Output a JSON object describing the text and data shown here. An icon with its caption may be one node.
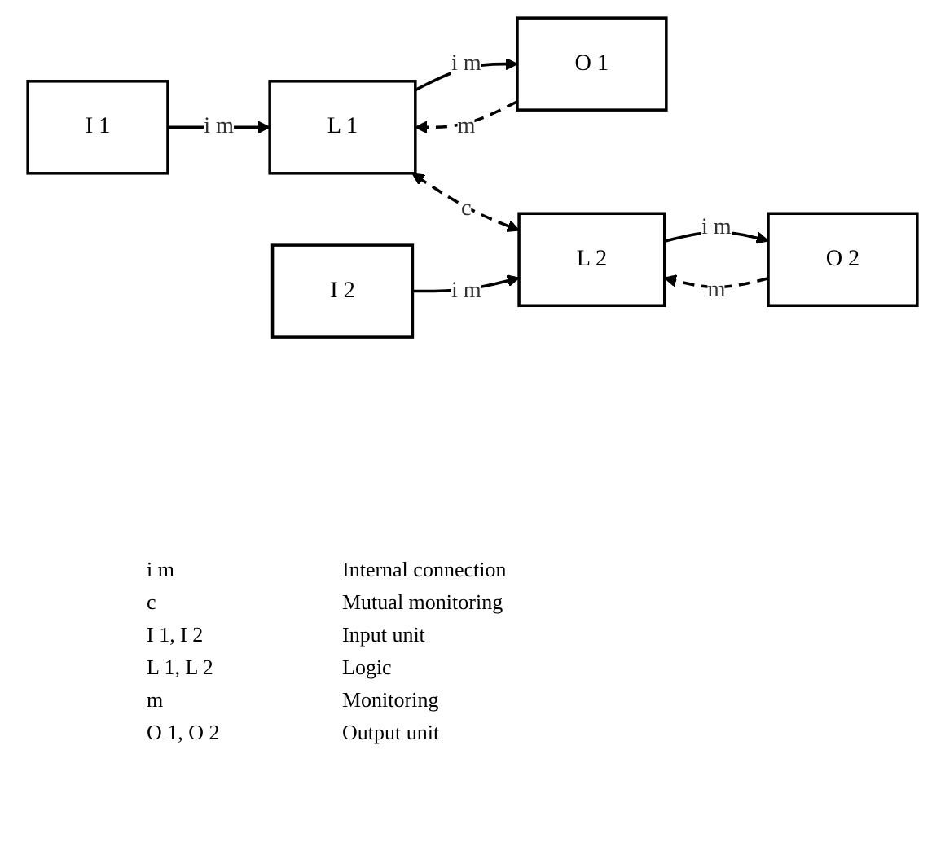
{
  "diagram": {
    "nodes": [
      {
        "text": [
          "I 1"
        ]
      },
      {
        "text": [
          "L 1"
        ]
      },
      {
        "text": [
          "O 1"
        ]
      },
      {
        "text": [
          "I 2"
        ]
      },
      {
        "text": [
          "L 2"
        ]
      },
      {
        "text": [
          "O 2"
        ]
      }
    ],
    "edges": [
      {
        "from": 0,
        "to": 1,
        "arrow": "to",
        "label": "i m"
      },
      {
        "from": 2,
        "to": 1,
        "arrow": "to",
        "label": "m",
        "style": "dashed"
      },
      {
        "from": 1,
        "to": 2,
        "arrow": "to",
        "label": "i m"
      },
      {
        "from": 1,
        "to": 4,
        "arrow": "both",
        "label": "c",
        "style": "dashed"
      },
      {
        "from": 3,
        "to": 4,
        "arrow": "to",
        "label": "i m"
      },
      {
        "from": 5,
        "to": 4,
        "arrow": "to",
        "label": "m",
        "style": "dashed"
      },
      {
        "from": 4,
        "to": 5,
        "arrow": "to",
        "label": "i m"
      }
    ],
    "labels": [
      "i m",
      "Internal connection",
      "c",
      "Mutual monitoring",
      "I 1, I 2",
      "Input unit",
      "L 1, L 2",
      "Logic",
      "m",
      "Monitoring",
      "O 1, O 2",
      "Output unit"
    ]
  }
}
